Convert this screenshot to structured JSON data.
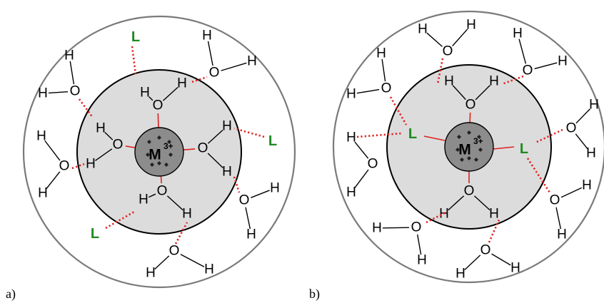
{
  "panels": [
    {
      "label": "a)",
      "metal": {
        "symbol": "M",
        "charge": "3+"
      },
      "ligand": "L",
      "atoms": {
        "oxygen": "O",
        "hydrogen": "H"
      }
    },
    {
      "label": "b)",
      "metal": {
        "symbol": "M",
        "charge": "3+"
      },
      "ligand": "L",
      "atoms": {
        "oxygen": "O",
        "hydrogen": "H"
      }
    }
  ],
  "colors": {
    "ligand": "#1f8a1f",
    "bond_red": "#e02020",
    "inner_sphere": "#dcdcdc",
    "metal_ion": "#8c8c8c",
    "outer_sphere_stroke": "#7a7a7a"
  }
}
